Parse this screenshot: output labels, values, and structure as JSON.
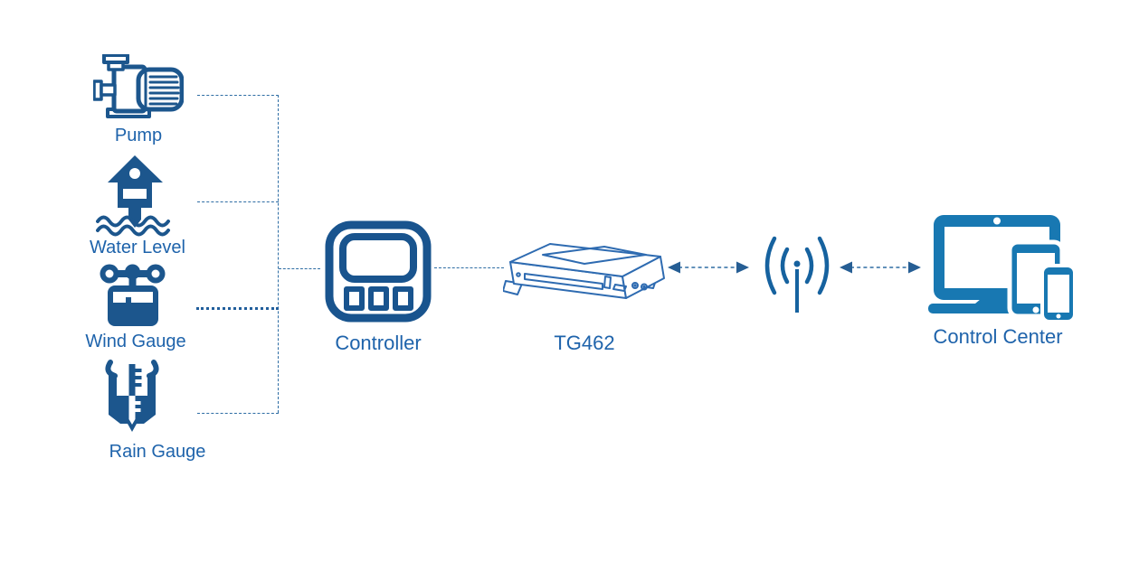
{
  "diagram": {
    "sensors": [
      {
        "id": "pump",
        "label": "Pump",
        "icon": "pump-icon"
      },
      {
        "id": "water-level",
        "label": "Water Level",
        "icon": "water-level-icon"
      },
      {
        "id": "wind-gauge",
        "label": "Wind Gauge",
        "icon": "wind-gauge-icon"
      },
      {
        "id": "rain-gauge",
        "label": "Rain Gauge",
        "icon": "rain-gauge-icon"
      }
    ],
    "nodes": {
      "controller": {
        "label": "Controller",
        "icon": "controller-icon"
      },
      "gateway": {
        "label": "TG462",
        "icon": "gateway-device-icon"
      },
      "antenna": {
        "icon": "wireless-antenna-icon"
      },
      "control_center": {
        "label": "Control Center",
        "icon": "control-center-devices-icon",
        "devices": [
          "laptop",
          "tablet",
          "smartphone"
        ]
      }
    },
    "connections": [
      {
        "from": "pump",
        "to": "sensor-bus",
        "style": "dashed"
      },
      {
        "from": "water-level",
        "to": "sensor-bus",
        "style": "dashed"
      },
      {
        "from": "wind-gauge",
        "to": "sensor-bus",
        "style": "dotted-bold"
      },
      {
        "from": "rain-gauge",
        "to": "sensor-bus",
        "style": "dashed"
      },
      {
        "from": "sensor-bus",
        "to": "controller",
        "style": "dashed"
      },
      {
        "from": "controller",
        "to": "gateway",
        "style": "dashed"
      },
      {
        "from": "gateway",
        "to": "antenna",
        "style": "dashed-double-arrow"
      },
      {
        "from": "antenna",
        "to": "control-center",
        "style": "dashed-double-arrow"
      }
    ],
    "colors": {
      "sensor_icon": "#1C568D",
      "controller_icon": "#19548E",
      "gateway_outline": "#2E6BB1",
      "antenna": "#16629F",
      "control_center_icon": "#1878B2",
      "label_text": "#1E63AB",
      "connector": "#2E6DA4",
      "arrowhead": "#265E94",
      "background": "#FFFFFF"
    }
  }
}
